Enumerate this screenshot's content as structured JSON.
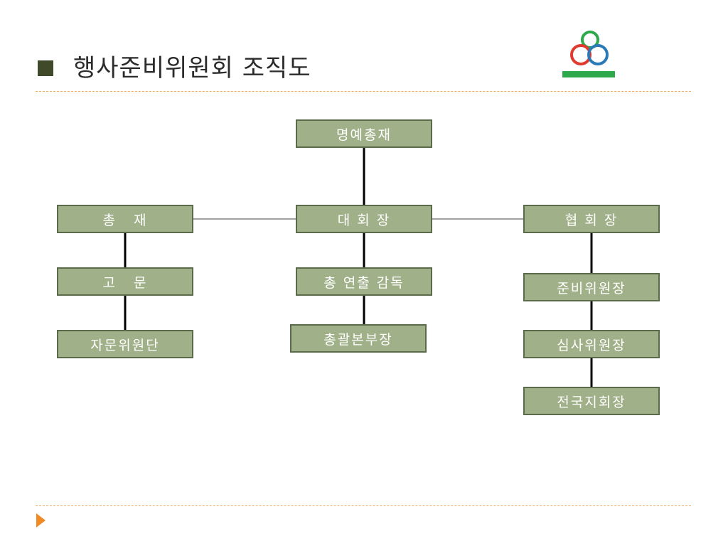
{
  "title": "행사준비위원회 조직도",
  "chart": {
    "honorary": "명예총재",
    "chairman": "대 회 장",
    "president": "총   재",
    "association_head": "협 회 장",
    "advisor": "고   문",
    "advisory_committee": "자문위원단",
    "general_director": "총 연출 감독",
    "general_manager": "총괄본부장",
    "prep_chair": "준비위원장",
    "judging_chair": "심사위원장",
    "national_branch_head": "전국지회장"
  },
  "colors": {
    "box_fill": "#a0b088",
    "box_border": "#5a6a4a",
    "title_bullet": "#3f4a2a",
    "accent_orange": "#f08a24",
    "logo_green": "#2da84a",
    "logo_red": "#e03a2e",
    "logo_blue": "#2a7ab8"
  },
  "icons": {
    "logo": "three-ring-logo-icon",
    "nav": "triangle-right-icon",
    "bullet": "square-bullet-icon"
  }
}
